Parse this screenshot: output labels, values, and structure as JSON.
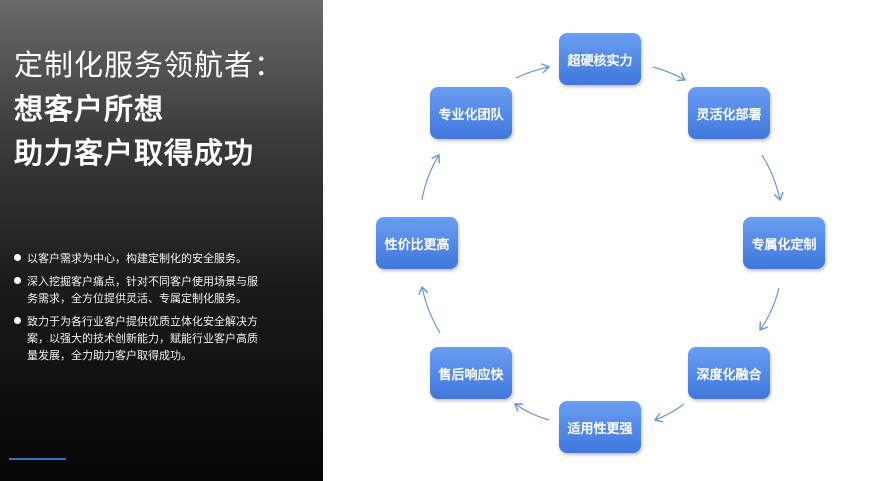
{
  "left": {
    "title_line1": "定制化服务领航者：",
    "title_line2": "想客户所想",
    "title_line3": "助力客户取得成功",
    "bullets": [
      "以客户需求为中心，构建定制化的安全服务。",
      "深入挖掘客户痛点，针对不同客户使用场景与服务需求，全方位提供灵活、专属定制化服务。",
      "致力于为各行业客户提供优质立体化安全解决方案，以强大的技术创新能力，赋能行业客户高质量发展，全力助力客户取得成功。"
    ],
    "accent_color": "#3f6fc6"
  },
  "cycle": {
    "nodes": [
      "超硬核实力",
      "灵活化部署",
      "专属化定制",
      "深度化融合",
      "适用性更强",
      "售后响应快",
      "性价比更高",
      "专业化团队"
    ],
    "node_color": "#4a82e4",
    "arrow_color": "#6d96d6"
  }
}
